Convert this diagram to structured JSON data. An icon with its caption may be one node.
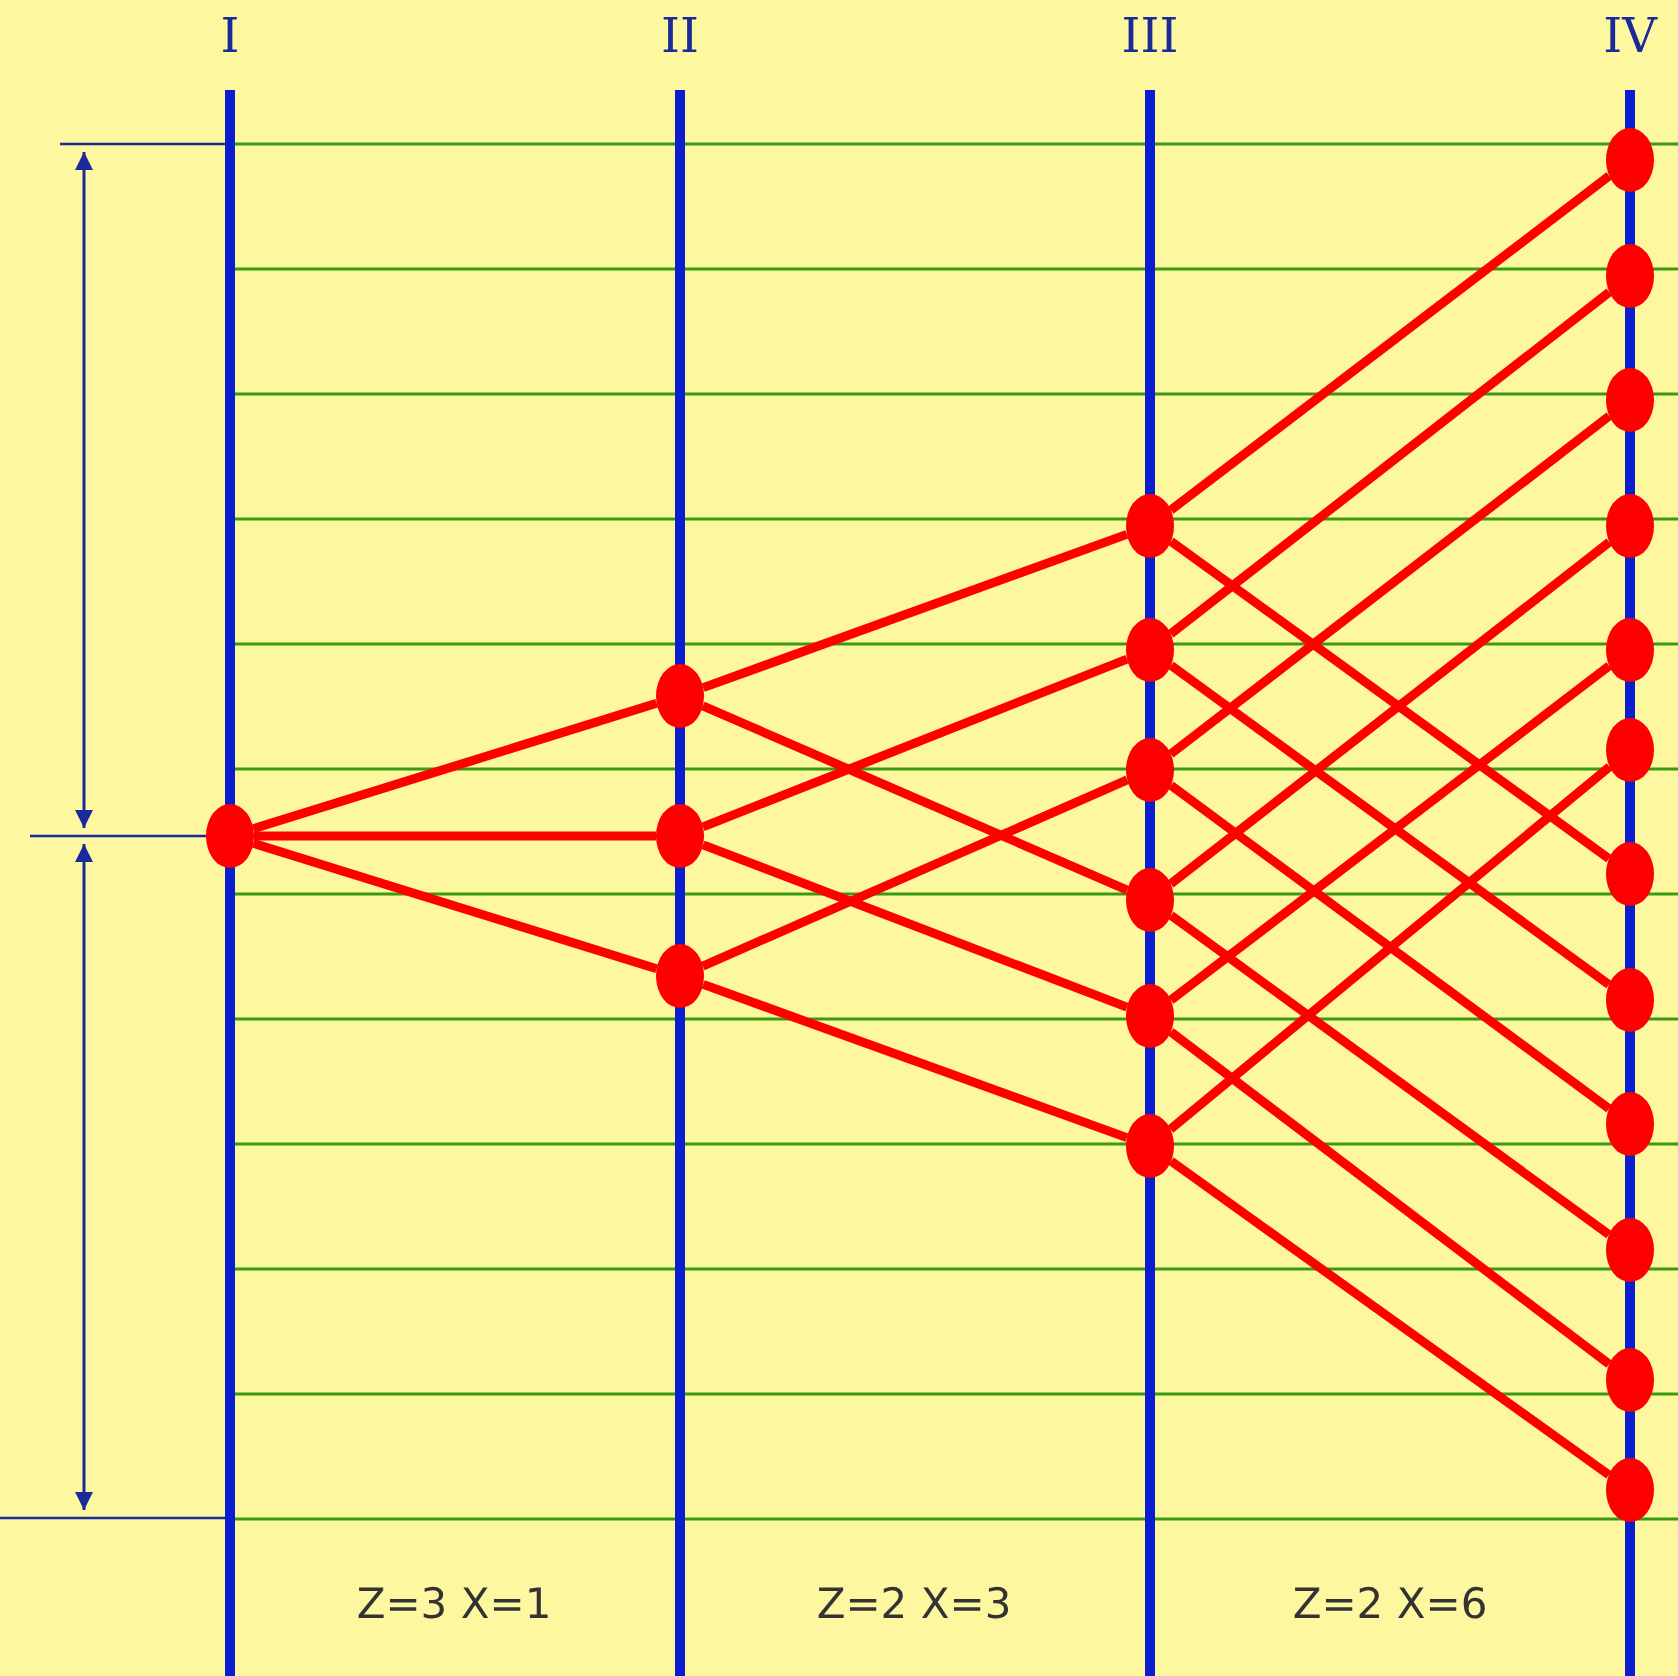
{
  "diagram": {
    "nodes": [
      {
        "text": [],
        "shape": "circle"
      },
      {
        "text": [],
        "shape": "circle"
      },
      {
        "text": [],
        "shape": "circle"
      },
      {
        "text": [],
        "shape": "circle"
      },
      {
        "text": [],
        "shape": "circle"
      },
      {
        "text": [],
        "shape": "circle"
      },
      {
        "text": [],
        "shape": "circle"
      },
      {
        "text": [],
        "shape": "circle"
      },
      {
        "text": [],
        "shape": "circle"
      },
      {
        "text": [],
        "shape": "circle"
      },
      {
        "text": [],
        "shape": "circle"
      },
      {
        "text": [],
        "shape": "circle"
      },
      {
        "text": [],
        "shape": "circle"
      },
      {
        "text": [],
        "shape": "circle"
      },
      {
        "text": [],
        "shape": "circle"
      },
      {
        "text": [],
        "shape": "circle"
      },
      {
        "text": [],
        "shape": "circle"
      },
      {
        "text": [],
        "shape": "circle"
      },
      {
        "text": [],
        "shape": "circle"
      },
      {
        "text": [],
        "shape": "circle"
      },
      {
        "text": [],
        "shape": "circle"
      },
      {
        "text": [],
        "shape": "circle"
      }
    ],
    "edges": [
      {
        "from": 0,
        "to": 1,
        "arrow": "none"
      },
      {
        "from": 0,
        "to": 2,
        "arrow": "none"
      },
      {
        "from": 0,
        "to": 3,
        "arrow": "none"
      },
      {
        "from": 1,
        "to": 4,
        "arrow": "none"
      },
      {
        "from": 1,
        "to": 7,
        "arrow": "none"
      },
      {
        "from": 2,
        "to": 5,
        "arrow": "none"
      },
      {
        "from": 2,
        "to": 8,
        "arrow": "none"
      },
      {
        "from": 3,
        "to": 6,
        "arrow": "none"
      },
      {
        "from": 3,
        "to": 9,
        "arrow": "none"
      },
      {
        "from": 4,
        "to": 10,
        "arrow": "none"
      },
      {
        "from": 4,
        "to": 16,
        "arrow": "none"
      },
      {
        "from": 5,
        "to": 11,
        "arrow": "none"
      },
      {
        "from": 5,
        "to": 17,
        "arrow": "none"
      },
      {
        "from": 6,
        "to": 12,
        "arrow": "none"
      },
      {
        "from": 6,
        "to": 18,
        "arrow": "none"
      },
      {
        "from": 7,
        "to": 13,
        "arrow": "none"
      },
      {
        "from": 7,
        "to": 19,
        "arrow": "none"
      },
      {
        "from": 8,
        "to": 14,
        "arrow": "none"
      },
      {
        "from": 8,
        "to": 20,
        "arrow": "none"
      },
      {
        "from": 9,
        "to": 15,
        "arrow": "none"
      },
      {
        "from": 9,
        "to": 21,
        "arrow": "none"
      }
    ],
    "labels": [
      "I",
      "II",
      "III",
      "IV",
      "Z=3 X=1",
      "Z=2 X=3",
      "Z=2 X=6"
    ]
  }
}
